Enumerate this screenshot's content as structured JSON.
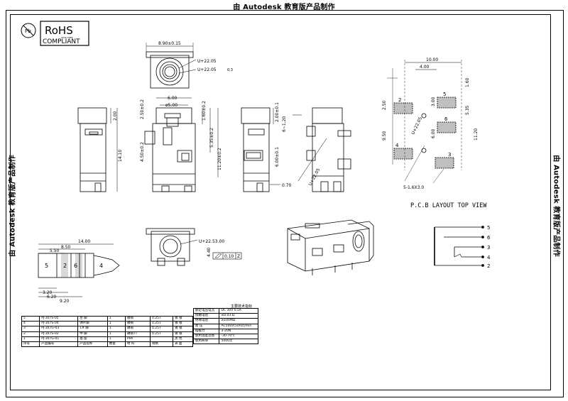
{
  "watermark": "由 Autodesk 教育版产品制作",
  "logo": {
    "title": "RoHS",
    "subtitle": "COMPLIANT",
    "small": "LEAD FREE",
    "mark": "Pb"
  },
  "dims": {
    "top_w": "8.90±0.15",
    "top_hole1": "U+22.05",
    "top_hole2": "U+22.05",
    "top_hole_tol": "0.3",
    "side_h": "2.00",
    "side_len": "14.10",
    "front_w1": "6.00",
    "front_w2": "ø5.00",
    "front_h1": "2.50±0.2",
    "front_h2": "1.60±0.2",
    "front_h3": "5.35±0.2",
    "front_h4": "11.20±0.2",
    "front_h5": "4.50±0.2",
    "right_h1": "2.00±0.1",
    "right_h2": "6~1.20",
    "right_h3": "6.00±0.1",
    "right_d": "U+22.05",
    "right_h4": "0.70",
    "bottom_d": "U+22.53.00",
    "bottom_h": "4.40",
    "flatness": "0.10",
    "flatness_ref": "Z",
    "plug_len": "14.00",
    "plug_a": "8.50",
    "plug_b": "5.50",
    "plug_c": "3.20",
    "plug_d": "6.20",
    "plug_e": "9.20",
    "pcb_w1": "10.00",
    "pcb_w2": "4.00",
    "pcb_h1": "1.60",
    "pcb_h2": "5.35",
    "pcb_h3": "11.20",
    "pcb_l1": "2.50",
    "pcb_l2": "9.50",
    "pcb_hole": "U+22.05",
    "pcb_c1": "3.00",
    "pcb_c2": "6.00",
    "pcb_slot": "5-1.6X3.0"
  },
  "plug_rings": [
    "5",
    "2",
    "6",
    "4"
  ],
  "pcb_pads": [
    "2",
    "5",
    "6",
    "4",
    "3"
  ],
  "pcb_label": "P.C.B LAYOUT TOP VIEW",
  "schematic_pins": [
    "5",
    "6",
    "3",
    "4",
    "2"
  ],
  "bom": {
    "rows": [
      [
        "5",
        "PJ-307S-05",
        "左 脚",
        "1",
        "磷铜",
        "0.25T",
        "镀 银"
      ],
      [
        "4",
        "PJ-307S-04",
        "弹片脚",
        "1",
        "磷铜",
        "0.25T",
        "镀 银"
      ],
      [
        "3",
        "PJ-307G-03",
        "1# 脚",
        "1",
        "磷铜",
        "0.25T",
        "镀 银"
      ],
      [
        "2",
        "PJ-307S-02",
        "中 脚",
        "1",
        "磷铜TT",
        "0.25T",
        "镀 银"
      ],
      [
        "1",
        "PJ-307G-01",
        "基 座",
        "1",
        "PPA",
        "",
        "黑 色"
      ]
    ],
    "header": [
      "序号",
      "产品编号",
      "产品名称",
      "数量",
      "材 料",
      "规格",
      "表 面"
    ]
  },
  "spec": {
    "title": "主要技术指标",
    "rows": [
      [
        "额定电压电流",
        "DC 30V 0.5A"
      ],
      [
        "接触电阻",
        "≤0.03 Ω"
      ],
      [
        "绝缘电阻",
        "≥100MΩ"
      ],
      [
        "耐 压",
        "AC500V(50Hz)/min"
      ],
      [
        "插拔力",
        "3-20N"
      ],
      [
        "使用温度范围",
        "-30-70℃"
      ],
      [
        "使用寿命",
        "5000次"
      ]
    ]
  }
}
